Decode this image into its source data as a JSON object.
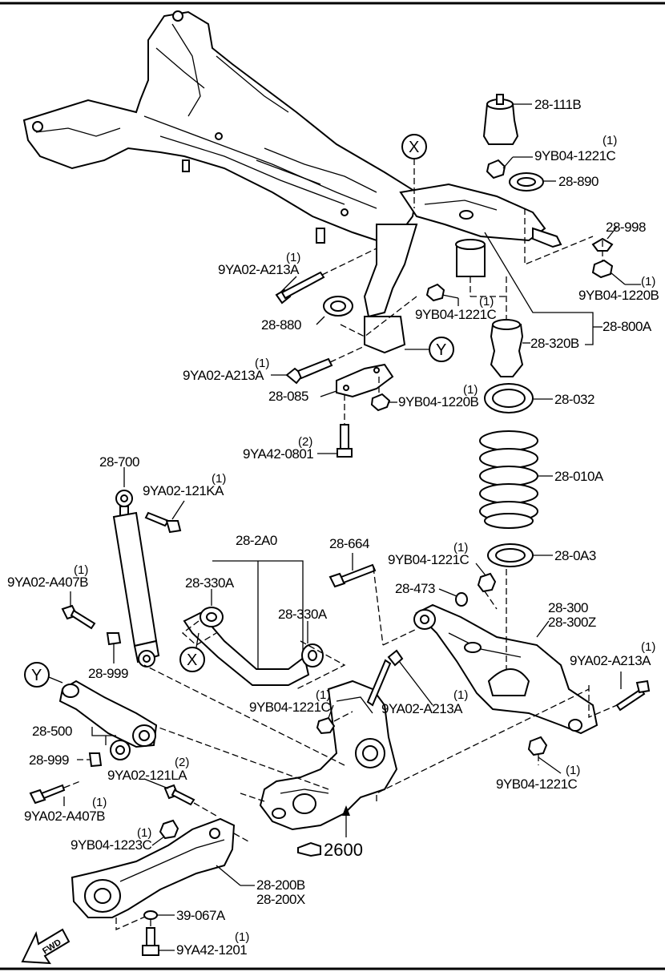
{
  "labels": {
    "p28_111B": "28-111B",
    "q_9YB04_1221C_a": "(1)",
    "p_9YB04_1221C_a": "9YB04-1221C",
    "p28_890": "28-890",
    "p28_998": "28-998",
    "q_9YB04_1220B_a": "(1)",
    "p_9YB04_1220B_a": "9YB04-1220B",
    "q_9YA02_A213A_a": "(1)",
    "p_9YA02_A213A_a": "9YA02-A213A",
    "p28_880": "28-880",
    "q_9YB04_1221C_b": "(1)",
    "p_9YB04_1221C_b": "9YB04-1221C",
    "p28_320B": "28-320B",
    "p28_800A": "28-800A",
    "q_9YA02_A213A_b": "(1)",
    "p_9YA02_A213A_b": "9YA02-A213A",
    "p28_085": "28-085",
    "q_9YB04_1220B_b": "(1)",
    "p_9YB04_1220B_b": "9YB04-1220B",
    "p28_032": "28-032",
    "q_9YA42_0801": "(2)",
    "p_9YA42_0801": "9YA42-0801",
    "p28_010A": "28-010A",
    "p28_700": "28-700",
    "q_9YA02_121KA": "(1)",
    "p_9YA02_121KA": "9YA02-121KA",
    "p28_2A0": "28-2A0",
    "p28_664": "28-664",
    "q_9YB04_1221C_c": "(1)",
    "p_9YB04_1221C_c": "9YB04-1221C",
    "p28_0A3": "28-0A3",
    "q_9YA02_A407B_a": "(1)",
    "p_9YA02_A407B_a": "9YA02-A407B",
    "p28_330A_a": "28-330A",
    "p28_473": "28-473",
    "p28_330A_b": "28-330A",
    "p28_300": "28-300",
    "p28_300Z": "28-300Z",
    "p28_999_a": "28-999",
    "q_9YA02_A213A_c": "(1)",
    "p_9YA02_A213A_c": "9YA02-A213A",
    "q_9YB04_1221C_d": "(1)",
    "p_9YB04_1221C_d": "9YB04-1221C",
    "q_9YA02_A213A_d": "(1)",
    "p_9YA02_A213A_d": "9YA02-A213A",
    "p28_500": "28-500",
    "p28_999_b": "28-999",
    "q_9YA02_121LA": "(2)",
    "p_9YA02_121LA": "9YA02-121LA",
    "q_9YB04_1221C_e": "(1)",
    "p_9YB04_1221C_e": "9YB04-1221C",
    "q_9YA02_A407B_b": "(1)",
    "p_9YA02_A407B_b": "9YA02-A407B",
    "q_9YB04_1223C": "(1)",
    "p_9YB04_1223C": "9YB04-1223C",
    "p2600": "2600",
    "p28_200B": "28-200B",
    "p28_200X": "28-200X",
    "p39_067A": "39-067A",
    "q_9YA42_1201": "(1)",
    "p_9YA42_1201": "9YA42-1201"
  },
  "markers": {
    "x_top": "X",
    "y_top": "Y",
    "x_link": "X",
    "y_link": "Y"
  },
  "fwd": "FWD"
}
